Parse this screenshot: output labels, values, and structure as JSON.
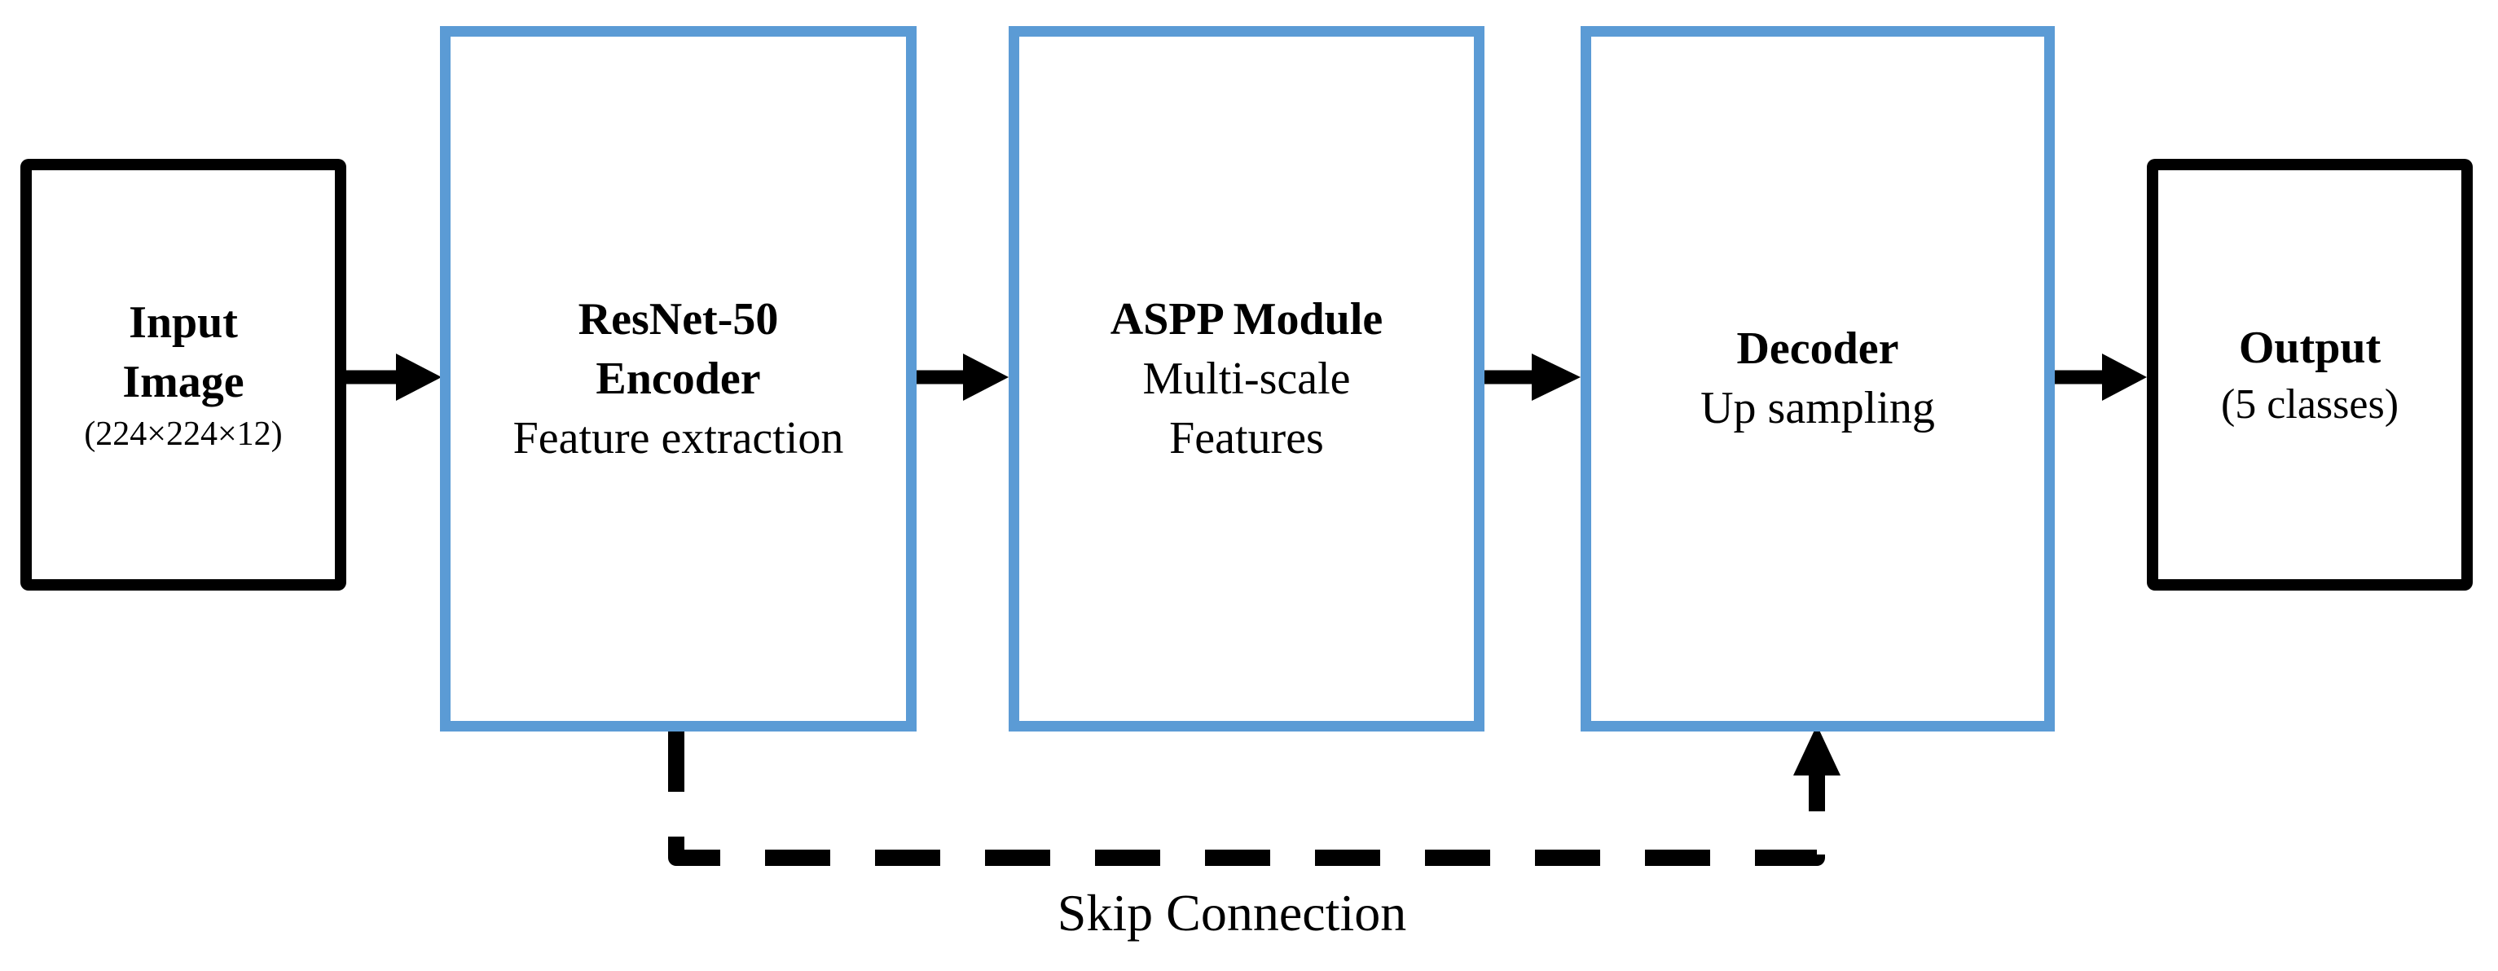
{
  "blocks": {
    "input": {
      "line1": "Input",
      "line2": "Image",
      "line3": "(224×224×12)"
    },
    "encoder": {
      "line1": "ResNet-50",
      "line2": "Encoder",
      "line3": "Feature extraction"
    },
    "aspp": {
      "line1": "ASPP Module",
      "line2": "Multi-scale",
      "line3": "Features"
    },
    "decoder": {
      "line1": "Decoder",
      "line2": "Up sampling"
    },
    "output": {
      "line1": "Output",
      "line2": "(5 classes)"
    }
  },
  "labels": {
    "skip_connection": "Skip Connection"
  },
  "colors": {
    "accent_blue": "#5b9bd5",
    "line_black": "#000000",
    "background": "#ffffff"
  }
}
